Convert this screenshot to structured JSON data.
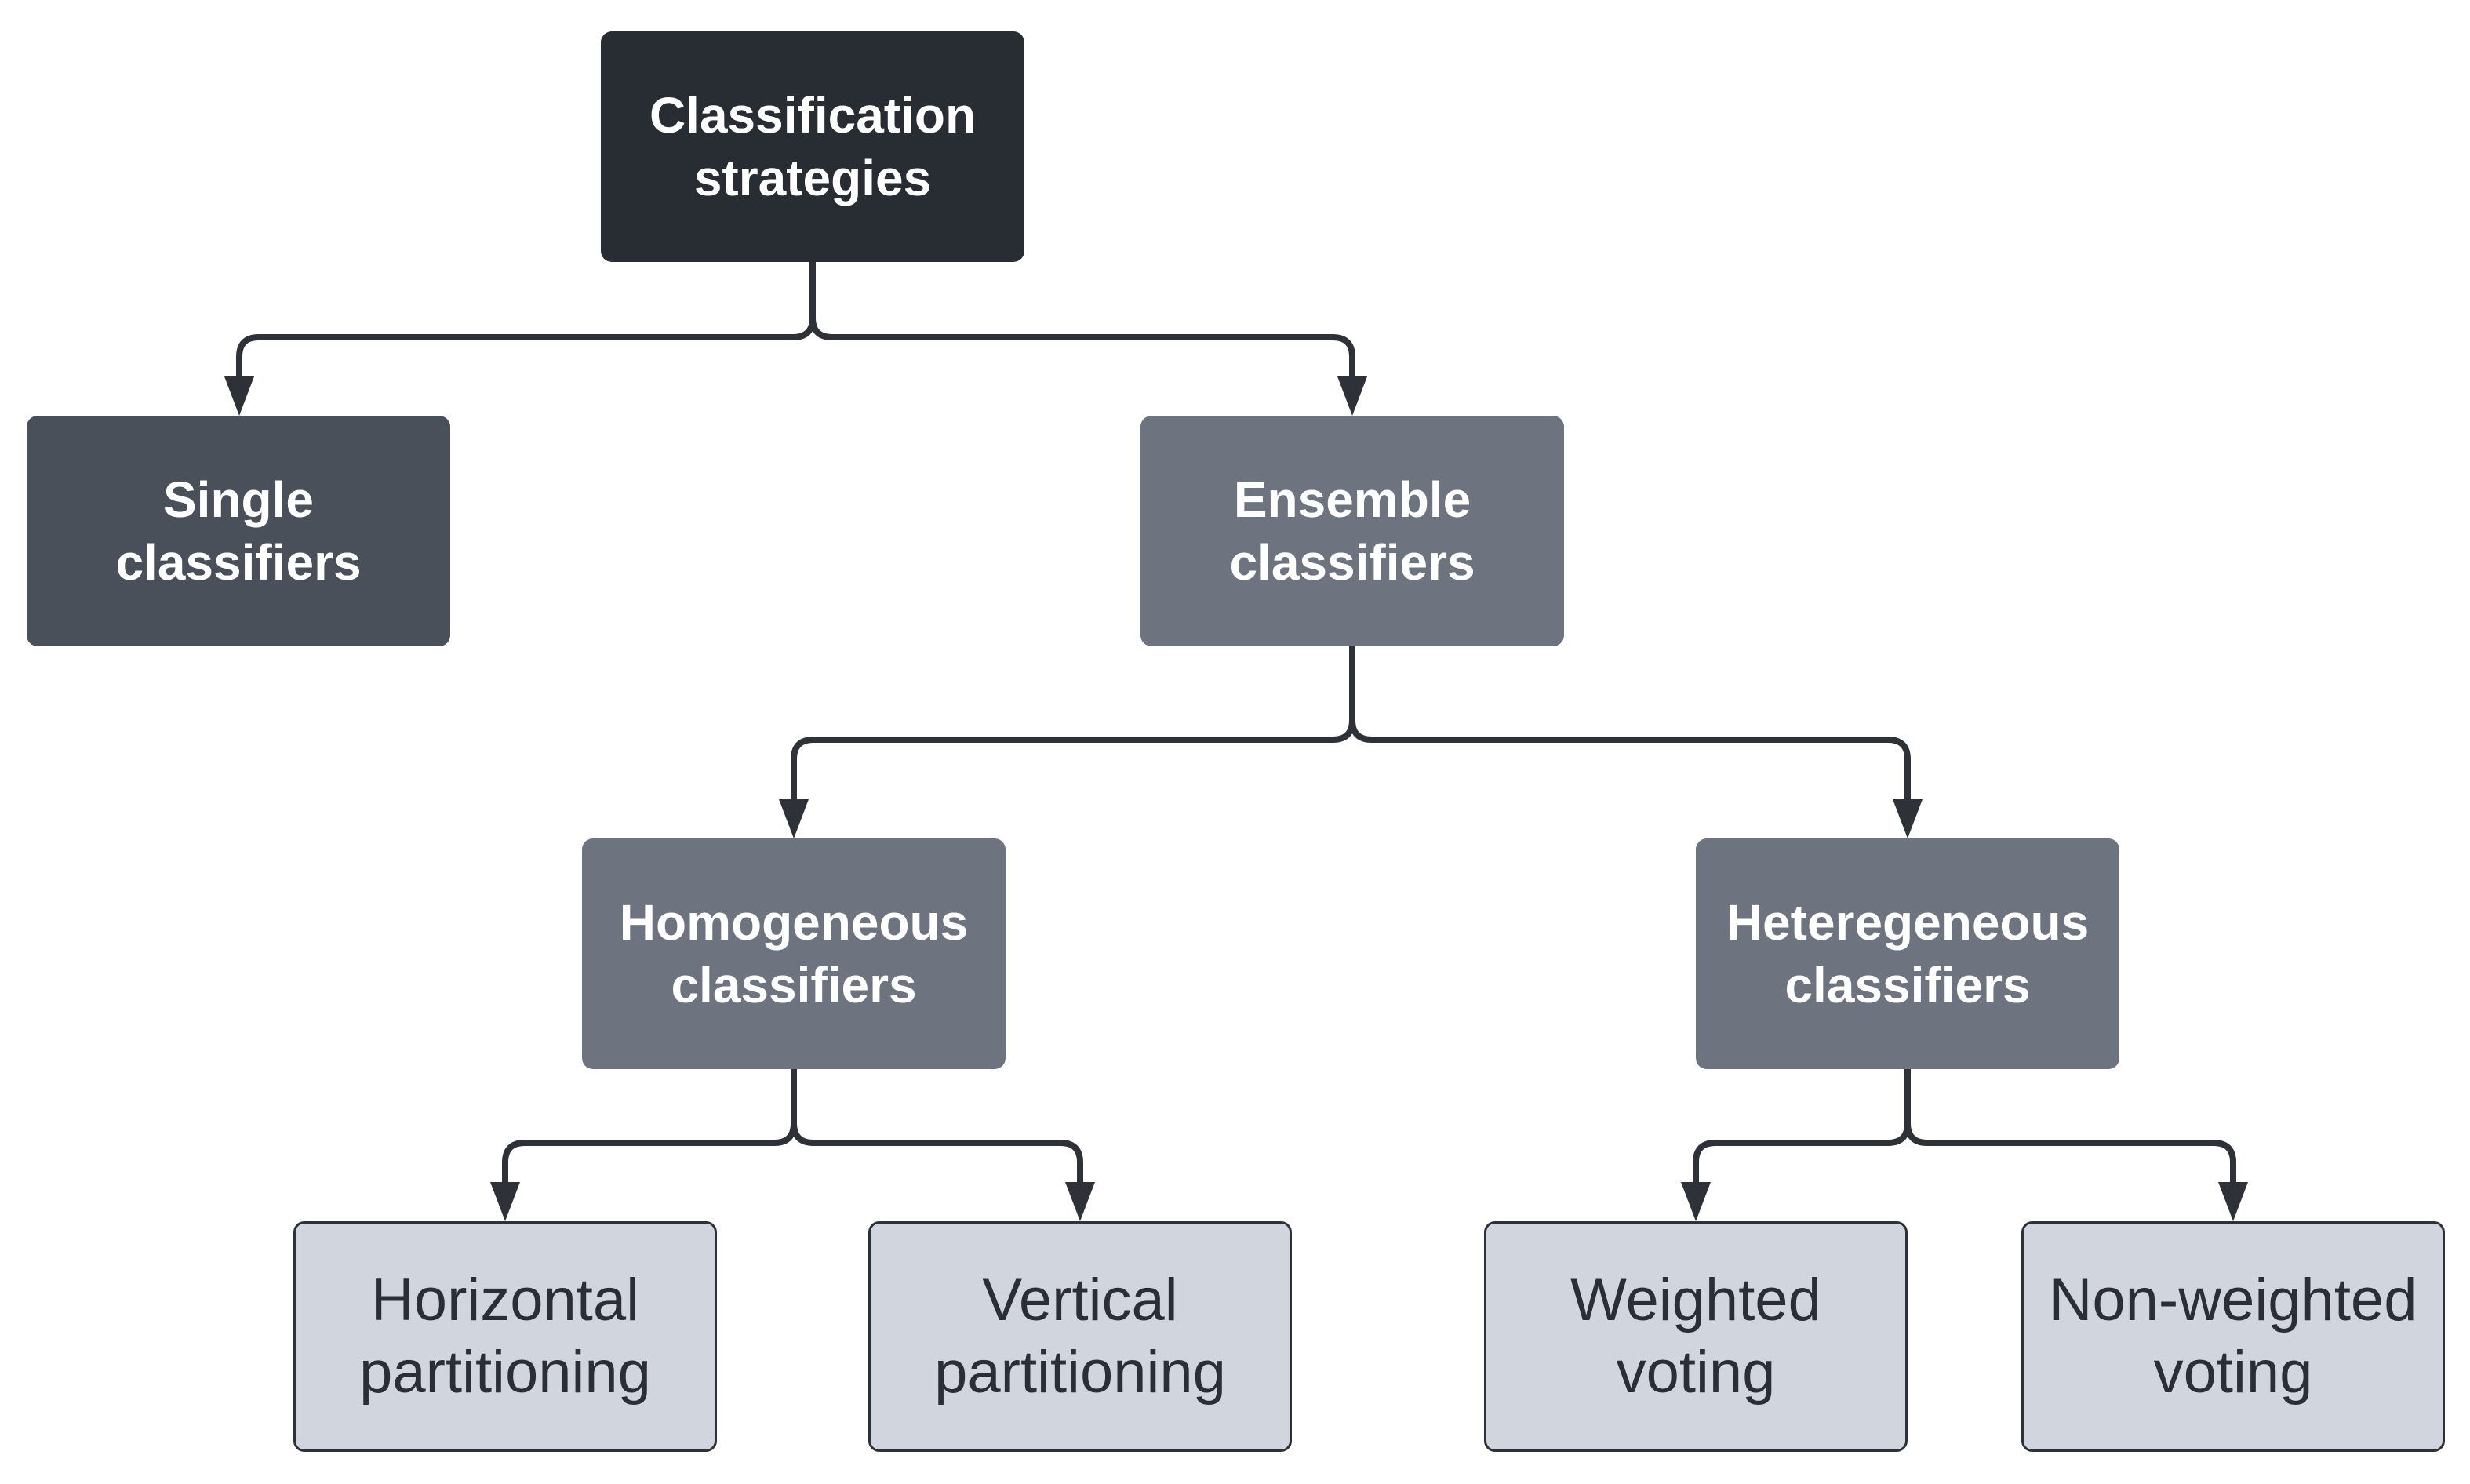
{
  "diagram": {
    "root": {
      "lines": [
        "Classification",
        "strategies"
      ]
    },
    "single": {
      "lines": [
        "Single",
        "classifiers"
      ]
    },
    "ensemble": {
      "lines": [
        "Ensemble",
        "classifiers"
      ]
    },
    "homogeneous": {
      "lines": [
        "Homogeneous",
        "classifiers"
      ]
    },
    "heterogeneous": {
      "lines": [
        "Heteregeneous",
        "classifiers"
      ]
    },
    "horizontal": {
      "lines": [
        "Horizontal",
        "partitioning"
      ]
    },
    "vertical": {
      "lines": [
        "Vertical",
        "partitioning"
      ]
    },
    "weighted": {
      "lines": [
        "Weighted",
        "voting"
      ]
    },
    "non_weighted": {
      "lines": [
        "Non-weighted",
        "voting"
      ]
    }
  },
  "colors": {
    "root_fill": "#282c33",
    "single_fill": "#4a5059",
    "mid_fill": "#6d7480",
    "leaf_fill": "#d0d5de",
    "connector": "#2e3238",
    "bold_text": "#ffffff",
    "leaf_text": "#2b2f35"
  }
}
